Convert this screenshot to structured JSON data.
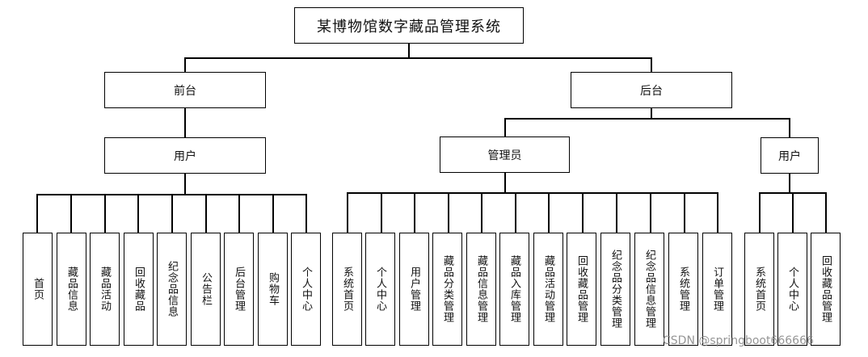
{
  "diagram": {
    "title": "某博物馆数字藏品管理系统",
    "branches": {
      "front": {
        "label": "前台",
        "role": "用户",
        "modules": [
          "首页",
          "藏品信息",
          "藏品活动",
          "回收藏品",
          "纪念品信息",
          "公告栏",
          "后台管理",
          "购物车",
          "个人中心"
        ]
      },
      "back": {
        "label": "后台",
        "admin": {
          "label": "管理员",
          "modules": [
            "系统首页",
            "个人中心",
            "用户管理",
            "藏品分类管理",
            "藏品信息管理",
            "藏品入库管理",
            "藏品活动管理",
            "回收藏品管理",
            "纪念品分类管理",
            "纪念品信息管理",
            "系统管理",
            "订单管理"
          ]
        },
        "user": {
          "label": "用户",
          "modules": [
            "系统首页",
            "个人中心",
            "回收藏品管理"
          ]
        }
      }
    }
  },
  "watermark": "CSDN @springboot666666"
}
